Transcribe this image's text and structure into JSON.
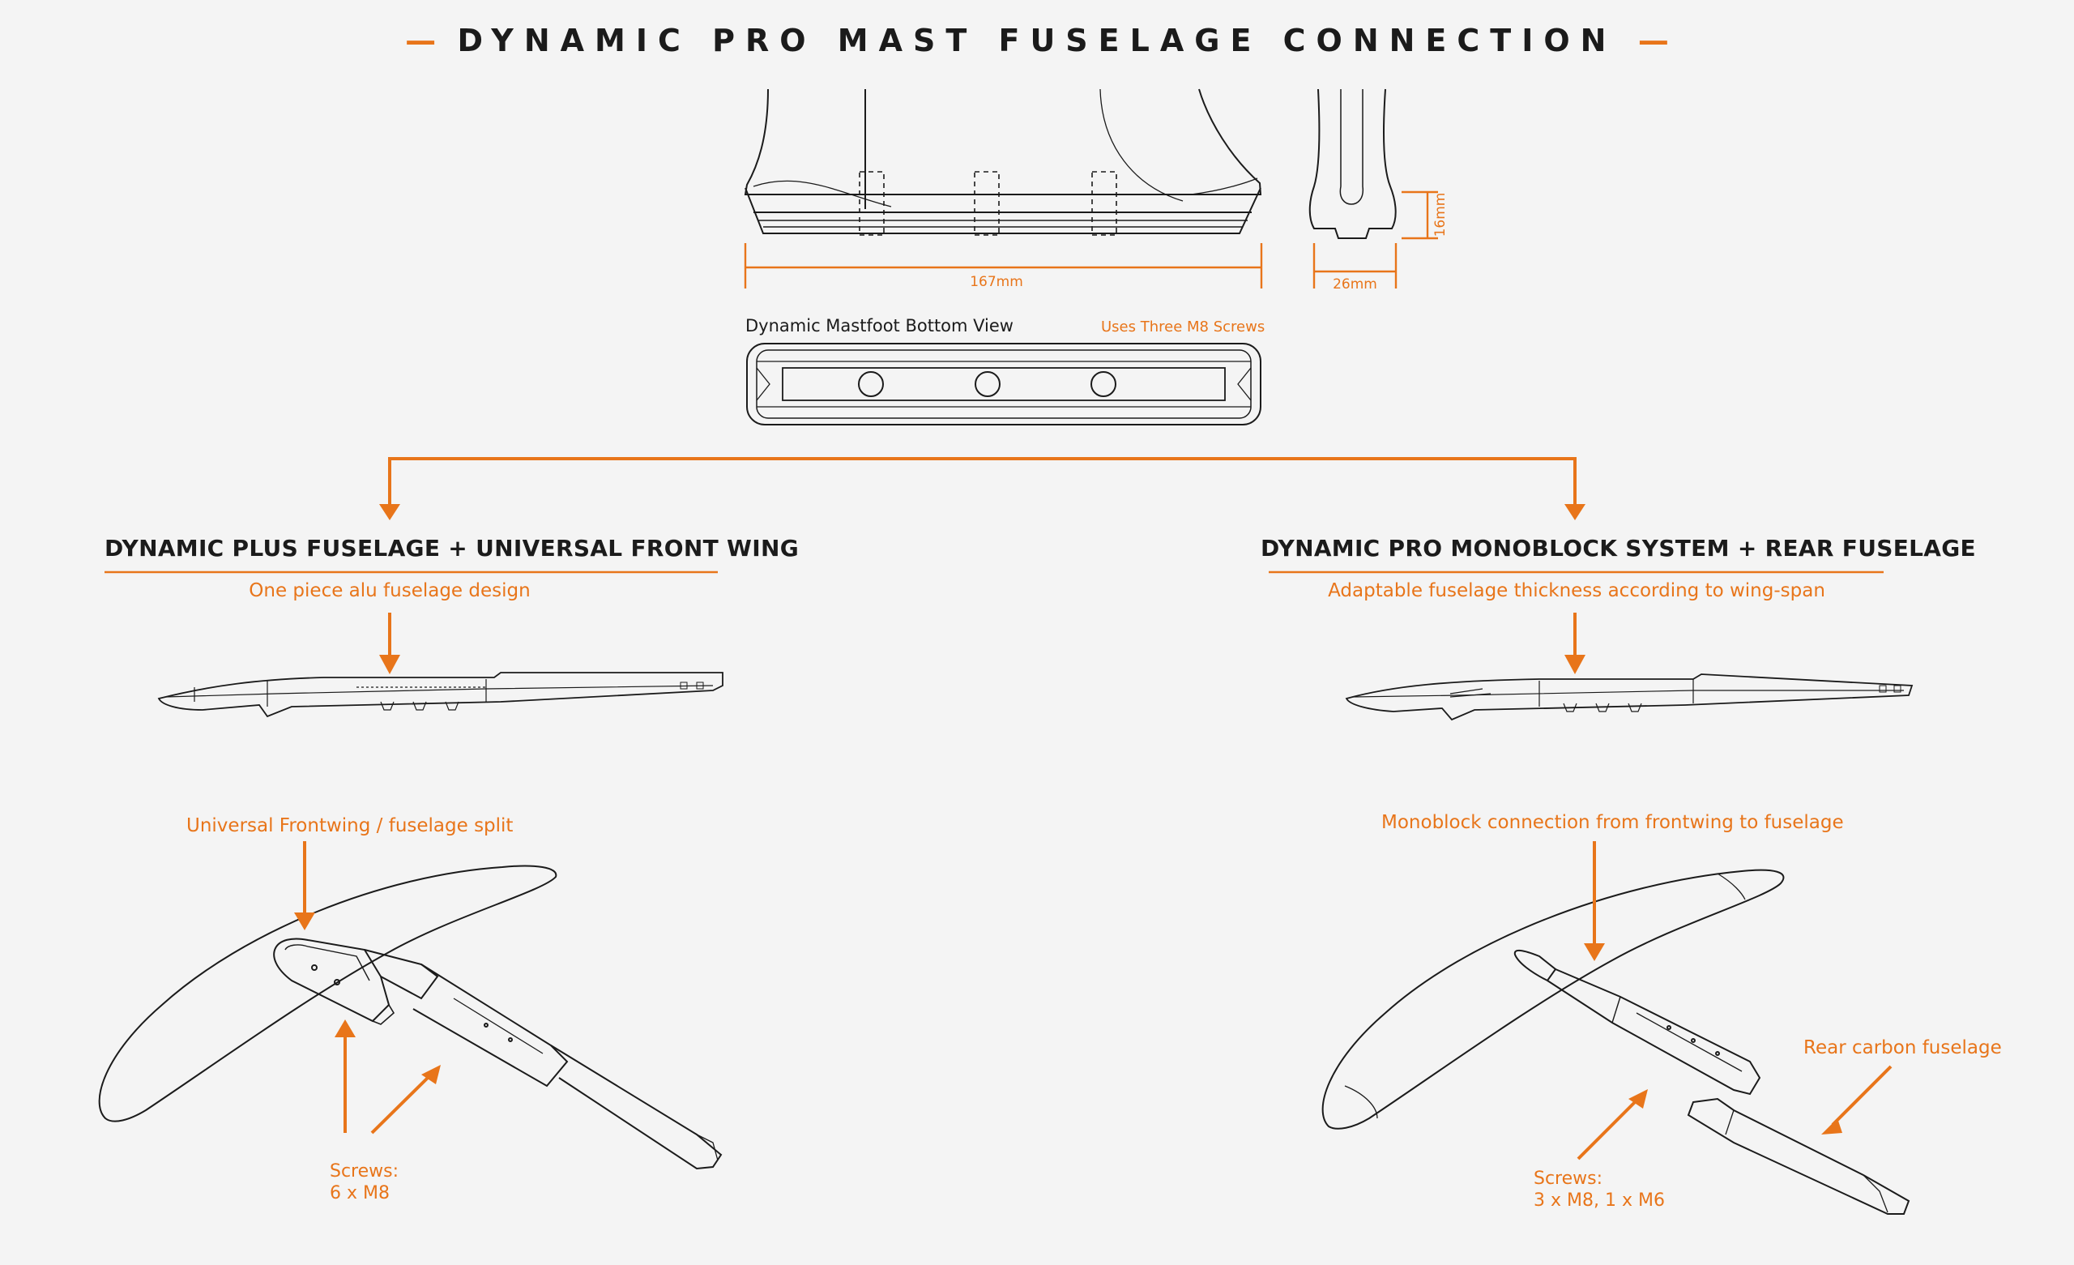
{
  "title": "DYNAMIC PRO MAST FUSELAGE CONNECTION",
  "dimensions": {
    "width": "167mm",
    "height": "16mm",
    "depth": "26mm"
  },
  "mastfoot": {
    "label": "Dynamic Mastfoot Bottom View",
    "screws_note": "Uses Three M8 Screws"
  },
  "left_section": {
    "heading": "DYNAMIC PLUS FUSELAGE + UNIVERSAL FRONT WING",
    "subheading": "One piece alu fuselage design",
    "callout": "Universal Frontwing / fuselage split",
    "screws_label": "Screws:",
    "screws_value": "6 x M8"
  },
  "right_section": {
    "heading": "DYNAMIC PRO MONOBLOCK SYSTEM + REAR FUSELAGE",
    "subheading": "Adaptable fuselage thickness according to wing-span",
    "callout": "Monoblock connection from frontwing to fuselage",
    "rear_label": "Rear carbon fuselage",
    "screws_label": "Screws:",
    "screws_value": "3 x M8, 1 x M6"
  },
  "colors": {
    "accent": "#e8751a",
    "line": "#1b1b1b",
    "background": "#f4f4f4"
  }
}
